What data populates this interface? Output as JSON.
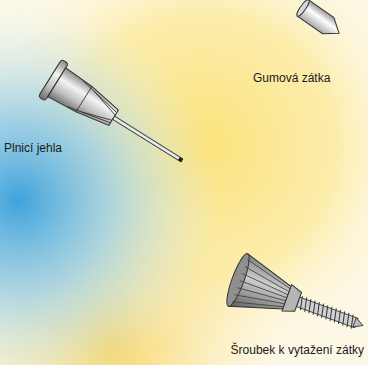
{
  "diagram": {
    "labels": [
      "Gumová zátka",
      "Plnicí jehla",
      "Šroubek k vytažení zátky"
    ]
  }
}
